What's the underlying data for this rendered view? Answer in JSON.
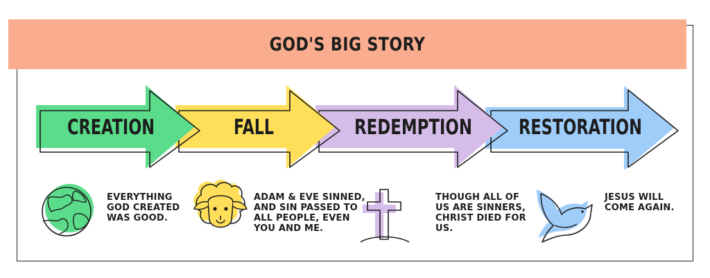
{
  "title": "GOD'S BIG STORY",
  "colors": {
    "banner": "#f9ac8e",
    "creation": "#5bdc8a",
    "fall": "#ffdf5a",
    "redemption": "#d6bde9",
    "restoration": "#9fcdfa",
    "ink": "#1c1c1c"
  },
  "stages": [
    {
      "label": "CREATION",
      "icon": "earth-icon",
      "text": [
        "EVERYTHING",
        "GOD CREATED",
        "WAS GOOD."
      ]
    },
    {
      "label": "FALL",
      "icon": "sheep-icon",
      "text": [
        "ADAM & EVE SINNED,",
        "AND SIN PASSED TO",
        "ALL PEOPLE, EVEN",
        "YOU AND ME."
      ]
    },
    {
      "label": "REDEMPTION",
      "icon": "cross-icon",
      "text": [
        "THOUGH ALL OF",
        "US ARE SINNERS,",
        "CHRIST DIED FOR",
        "US."
      ]
    },
    {
      "label": "RESTORATION",
      "icon": "dove-icon",
      "text": [
        "JESUS WILL",
        "COME AGAIN."
      ]
    }
  ]
}
